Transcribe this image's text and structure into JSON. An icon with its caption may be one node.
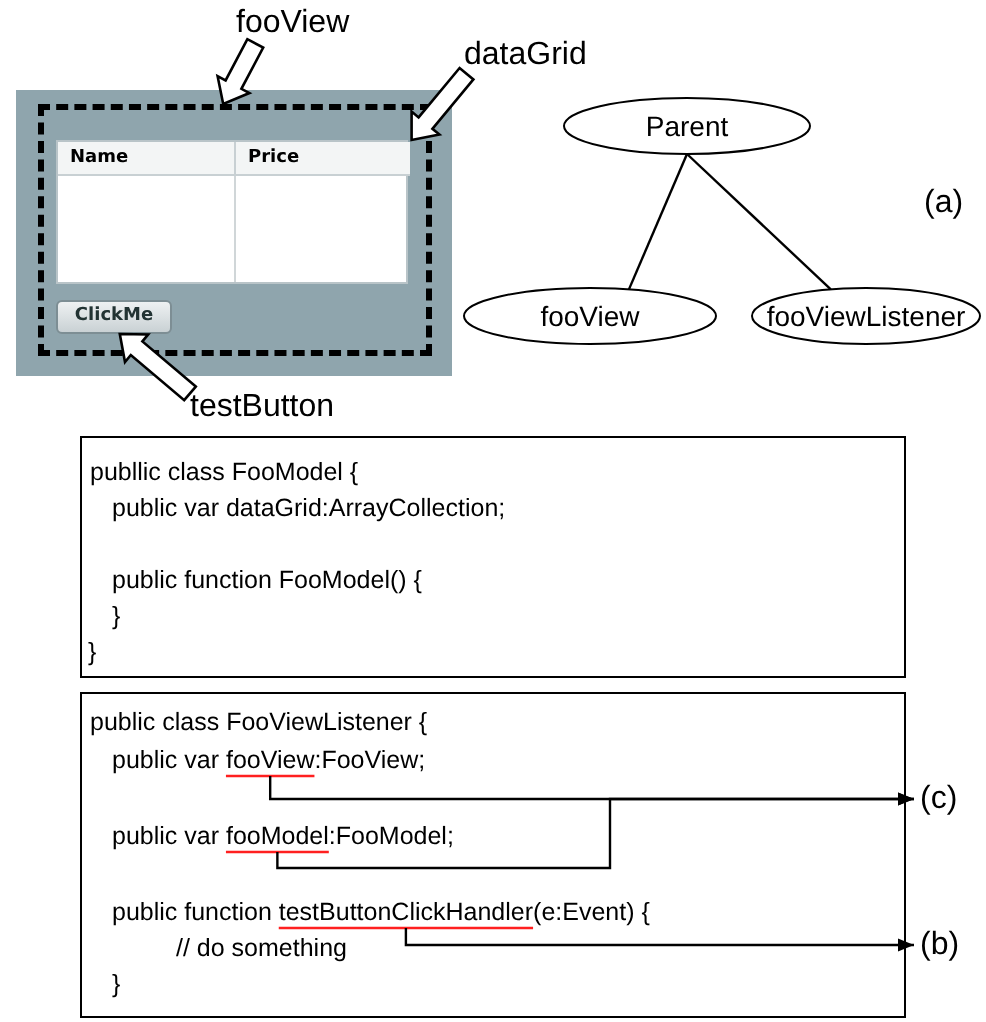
{
  "diagram": {
    "nodes": [
      {
        "text": [
          "fooView"
        ]
      },
      {
        "text": [
          "dataGrid"
        ]
      },
      {
        "text": [],
        "shape": "box"
      },
      {
        "text": [],
        "shape": "box",
        "in": 2
      },
      {
        "text": [
          "Name",
          "Price"
        ],
        "in": 3
      },
      {
        "text": [
          "ClickMe"
        ],
        "in": 3
      },
      {
        "text": [
          "testButton"
        ]
      },
      {
        "text": [
          "Parent"
        ]
      },
      {
        "text": [
          "fooView"
        ]
      },
      {
        "text": [
          "fooViewListener"
        ]
      },
      {
        "text": [
          "publlic class FooModel {",
          "public var dataGrid:ArrayCollection;",
          "public function FooModel() {",
          "}",
          "}"
        ]
      },
      {
        "text": [
          "public class FooViewListener {",
          "public var fooView:FooView;",
          "public var fooModel:FooModel;",
          "public function testButtonClickHandler(e:Event) {",
          "// do something",
          "}"
        ]
      },
      {
        "text": [
          "(c)"
        ]
      },
      {
        "text": [
          "(b)"
        ]
      }
    ],
    "edges": [
      {
        "from": 0,
        "to": 3,
        "arrow": "to"
      },
      {
        "from": 1,
        "to": 4,
        "arrow": "to"
      },
      {
        "from": 6,
        "to": 5,
        "arrow": "to"
      },
      {
        "from": 7,
        "to": 8,
        "arrow": "none"
      },
      {
        "from": 7,
        "to": 9,
        "arrow": "none"
      },
      {
        "from": 11,
        "to": 12,
        "arrow": "to"
      },
      {
        "from": 11,
        "to": 12,
        "arrow": "to"
      },
      {
        "from": 11,
        "to": 13,
        "arrow": "to"
      }
    ],
    "labels": [
      "(a)"
    ]
  }
}
